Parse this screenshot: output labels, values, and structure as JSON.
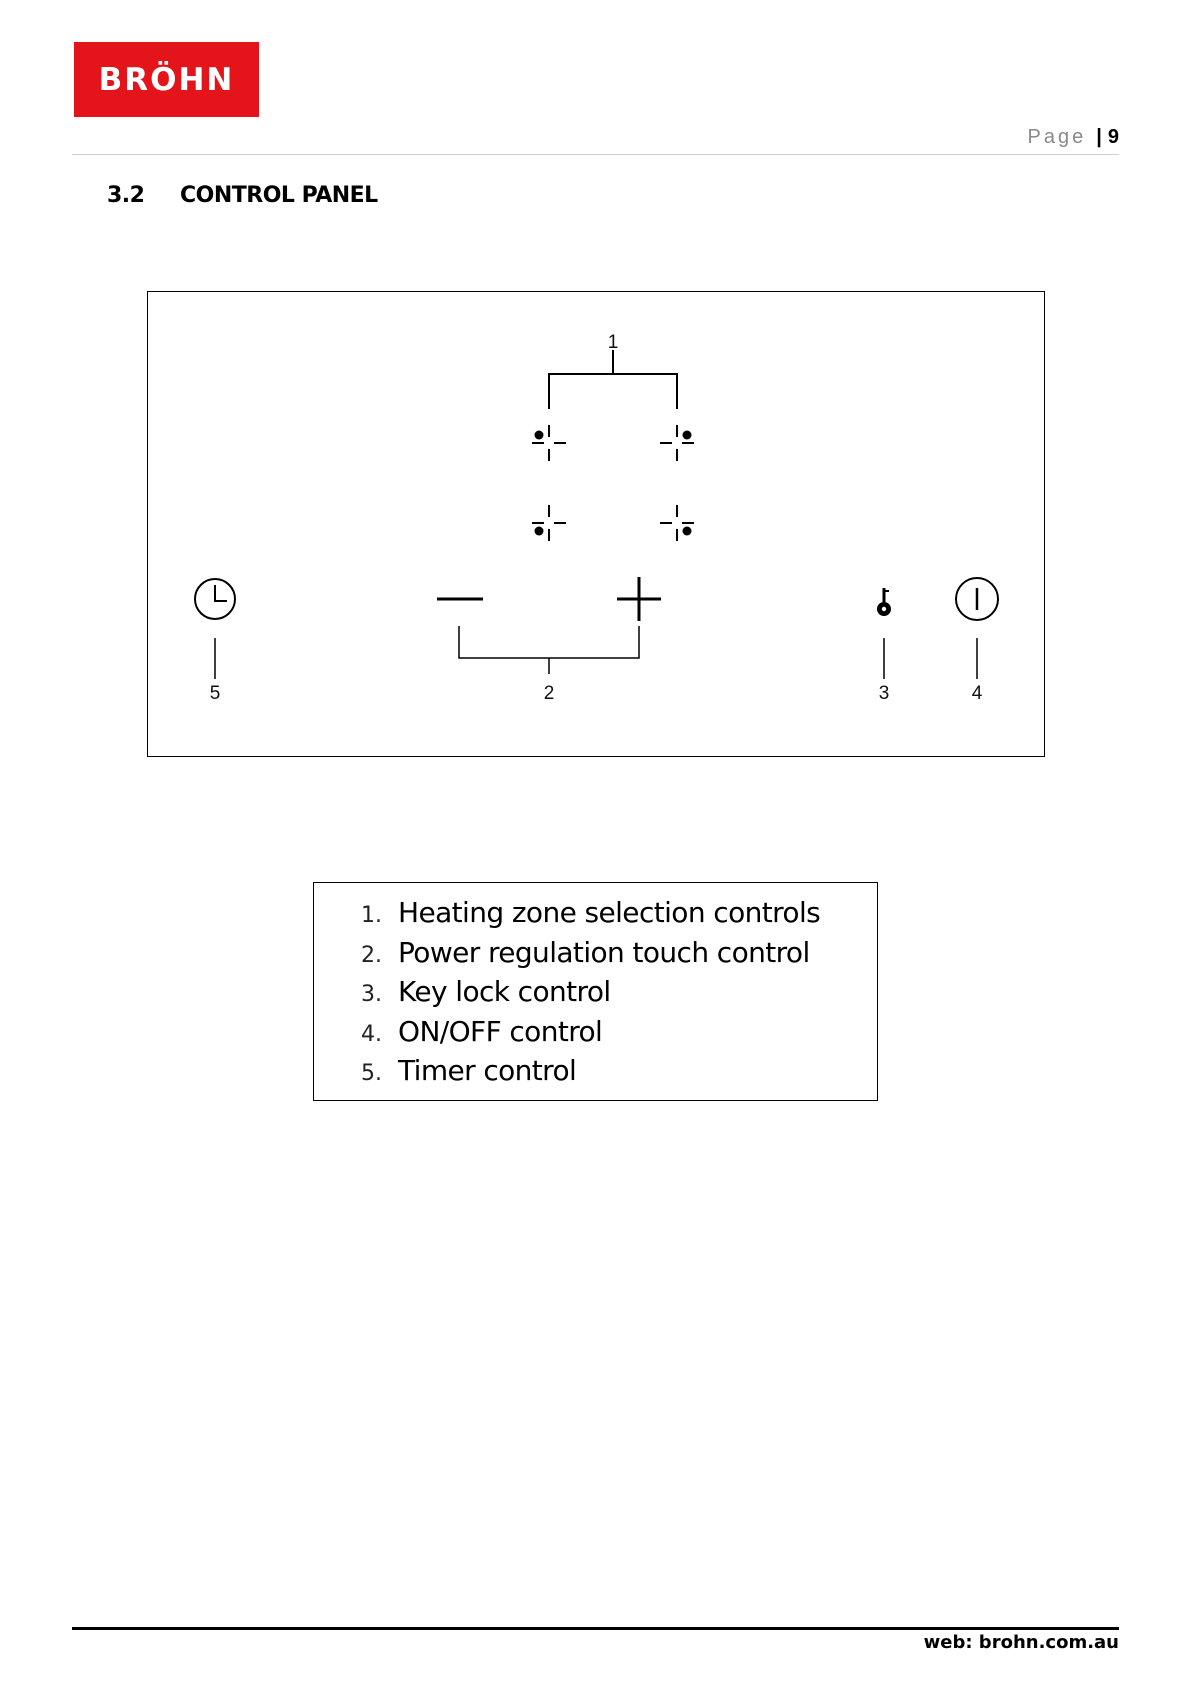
{
  "header": {
    "logo_text": "BRÖHN",
    "page_label": "Page",
    "page_separator": "|",
    "page_number": "9"
  },
  "section": {
    "number": "3.2",
    "title": "CONTROL PANEL"
  },
  "diagram": {
    "callouts": {
      "zones": "1",
      "power": "2",
      "keylock": "3",
      "onoff": "4",
      "timer": "5"
    },
    "icons": [
      "zone-front-left-icon",
      "zone-front-right-icon",
      "zone-rear-left-icon",
      "zone-rear-right-icon",
      "minus-icon",
      "plus-icon",
      "key-lock-icon",
      "power-icon",
      "timer-icon"
    ]
  },
  "legend": {
    "items": [
      {
        "num": "1.",
        "text": "Heating zone selection controls"
      },
      {
        "num": "2.",
        "text": "Power regulation touch control"
      },
      {
        "num": "3.",
        "text": "Key lock control"
      },
      {
        "num": "4.",
        "text": "ON/OFF control"
      },
      {
        "num": "5.",
        "text": "Timer control"
      }
    ]
  },
  "footer": {
    "web": "web: brohn.com.au"
  }
}
